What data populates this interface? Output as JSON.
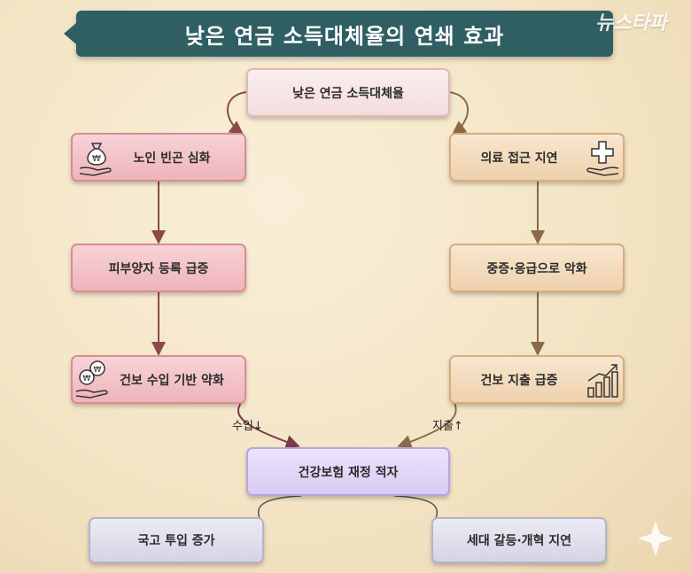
{
  "title": "낮은 연금 소득대체율의 연쇄 효과",
  "logo": "뉴스타파",
  "nodes": {
    "root": "낮은 연금 소득대체율",
    "left1": "노인 빈곤 심화",
    "left2": "피부양자 등록 급증",
    "left3": "건보 수입 기반 약화",
    "right1": "의료 접근 지연",
    "right2": "중증·응급으로 악화",
    "right3": "건보 지출 급증",
    "center": "건강보험 재정 적자",
    "bottom_left": "국고 투입 증가",
    "bottom_right": "세대 갈등·개혁 지연"
  },
  "edge_labels": {
    "income": "수입↓",
    "expense": "지출↑"
  },
  "icons": {
    "left1": "money-bag-hand-icon",
    "left3": "coins-hand-icon",
    "right1": "medical-cross-hand-icon",
    "right3": "rising-bar-chart-icon"
  },
  "colors": {
    "banner": "#2f5f63",
    "arrow_left": "#8b4a4a",
    "arrow_right": "#8a6a48",
    "arrow_center": "#7a3a4a"
  }
}
